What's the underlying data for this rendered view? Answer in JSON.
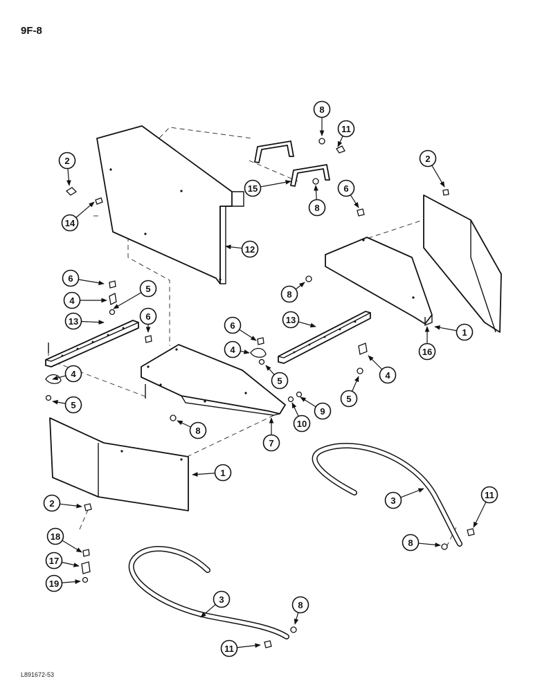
{
  "page": {
    "title": "9F-8",
    "drawing_id": "L891672-53"
  },
  "callouts": [
    "8",
    "11",
    "15",
    "8",
    "2",
    "14",
    "12",
    "2",
    "6",
    "6",
    "5",
    "4",
    "13",
    "6",
    "8",
    "13",
    "6",
    "4",
    "5",
    "4",
    "4",
    "5",
    "5",
    "9",
    "10",
    "8",
    "7",
    "1",
    "16",
    "1",
    "2",
    "3",
    "11",
    "8",
    "18",
    "17",
    "19",
    "3",
    "8",
    "11"
  ]
}
